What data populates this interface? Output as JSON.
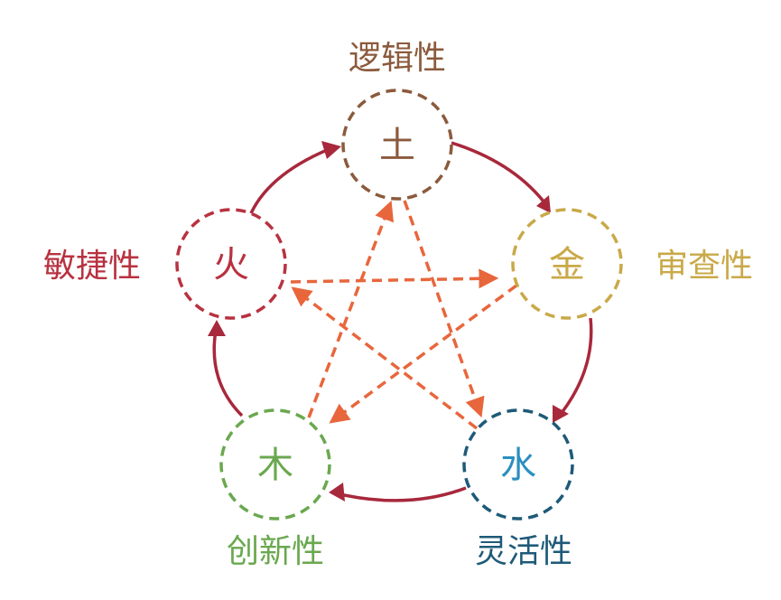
{
  "nodes": {
    "earth": {
      "char": "土",
      "label": "逻辑性",
      "color": "#8b5a3c"
    },
    "metal": {
      "char": "金",
      "label": "审查性",
      "color": "#c9a948"
    },
    "water": {
      "char": "水",
      "label": "灵活性",
      "color": "#1e5a78",
      "char_color": "#2a8fc0"
    },
    "wood": {
      "char": "木",
      "label": "创新性",
      "color": "#6aa84f"
    },
    "fire": {
      "char": "火",
      "label": "敏捷性",
      "color": "#b83240"
    }
  },
  "colors": {
    "generating_cycle": "#a8283c",
    "controlling_cycle": "#e8663c"
  }
}
